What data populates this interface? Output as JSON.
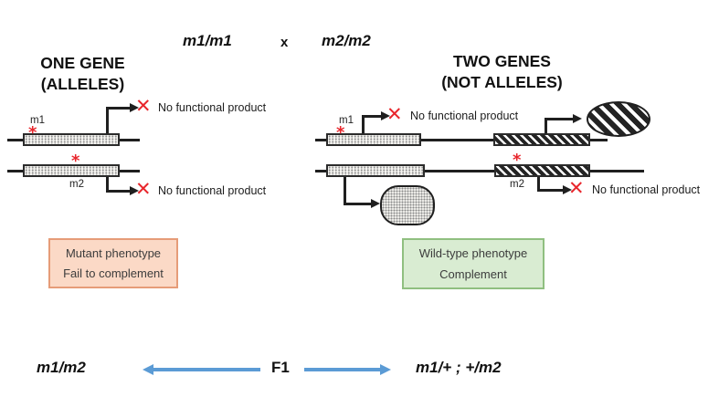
{
  "colors": {
    "blue": "#5b9bd5",
    "red": "#e8262c",
    "pink_bg": "#fbd9c6",
    "pink_border": "#e69c78",
    "green_bg": "#d9ecd2",
    "green_border": "#90bf80"
  },
  "cross": {
    "left_genotype": "m1/m1",
    "operator": "x",
    "right_genotype": "m2/m2"
  },
  "left_section": {
    "heading_line1": "ONE GENE",
    "heading_line2": "(ALLELES)"
  },
  "right_section": {
    "heading_line1": "TWO GENES",
    "heading_line2": "(NOT ALLELES)"
  },
  "labels": {
    "m1": "m1",
    "m2": "m2",
    "no_functional_product": "No functional product",
    "asterisk": "*",
    "red_x": "✕"
  },
  "mutant_box": {
    "line1": "Mutant phenotype",
    "line2": "Fail to complement"
  },
  "wildtype_box": {
    "line1": "Wild-type phenotype",
    "line2": "Complement"
  },
  "f1": {
    "left_genotype": "m1/m2",
    "label": "F1",
    "right_genotype": "m1/+ ; +/m2"
  }
}
